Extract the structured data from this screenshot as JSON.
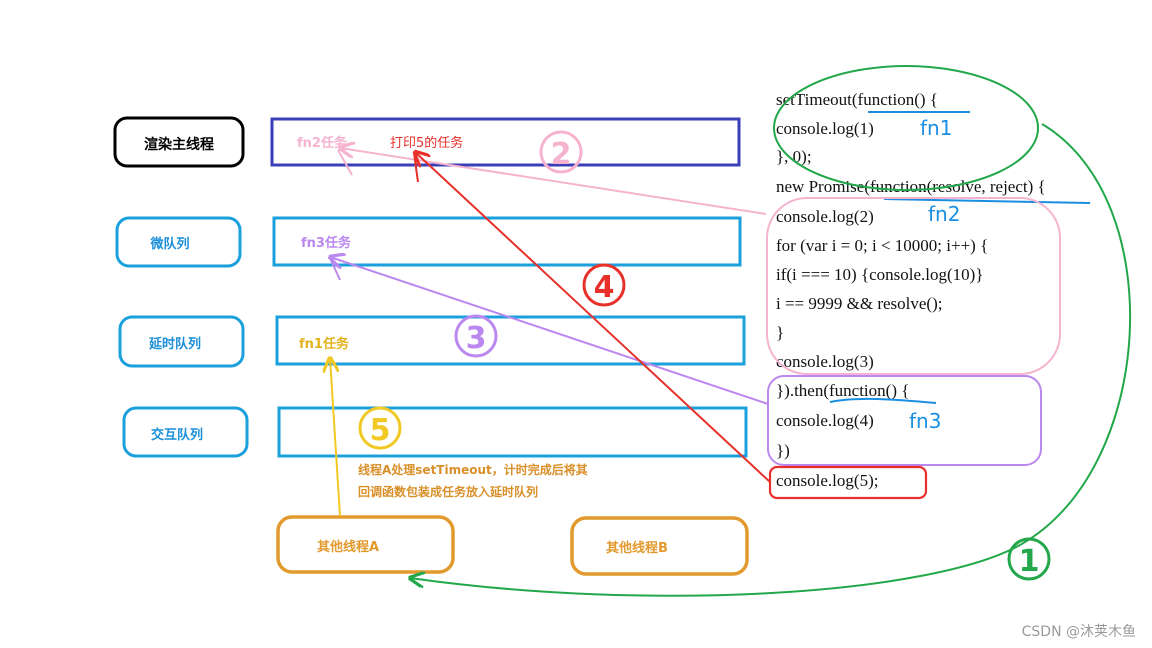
{
  "queues": {
    "render_main_thread": "渲染主线程",
    "micro_queue": "微队列",
    "delay_queue": "延时队列",
    "interaction_queue": "交互队列"
  },
  "tasks": {
    "fn2_task": "fn2任务",
    "print5_task": "打印5的任务",
    "fn3_task": "fn3任务",
    "fn1_task": "fn1任务"
  },
  "threads": {
    "other_thread_a": "其他线程A",
    "other_thread_b": "其他线程B"
  },
  "note": {
    "line1": "线程A处理setTimeout，计时完成后将其",
    "line2": "回调函数包装成任务放入延时队列"
  },
  "steps": {
    "step1": "①",
    "step2": "②",
    "step3": "③",
    "step4": "④",
    "step5": "⑤"
  },
  "code": {
    "lines": [
      "setTimeout(function() {",
      "console.log(1)",
      "}, 0);",
      "new Promise(function(resolve, reject) {",
      "console.log(2)",
      "for (var i = 0; i < 10000; i++) {",
      "if(i === 10) {console.log(10)}",
      "i == 9999 && resolve();",
      "}",
      "console.log(3)",
      "}).then(function() {",
      "console.log(4)",
      "})",
      "console.log(5);"
    ],
    "fn1_label": "fn1",
    "fn2_label": "fn2",
    "fn3_label": "fn3"
  },
  "watermark": "CSDN @沐荚木鱼",
  "colors": {
    "dark_blue": "#3a3fb8",
    "light_blue": "#1aa0dc",
    "pink": "#f5b3cf",
    "purple": "#bb88f0",
    "red": "#e8302a",
    "green": "#22a84a",
    "yellow": "#f2c824",
    "orange": "#e29a2e",
    "note_orange": "#d9902a",
    "fn_label_blue": "#1a8fe0"
  }
}
